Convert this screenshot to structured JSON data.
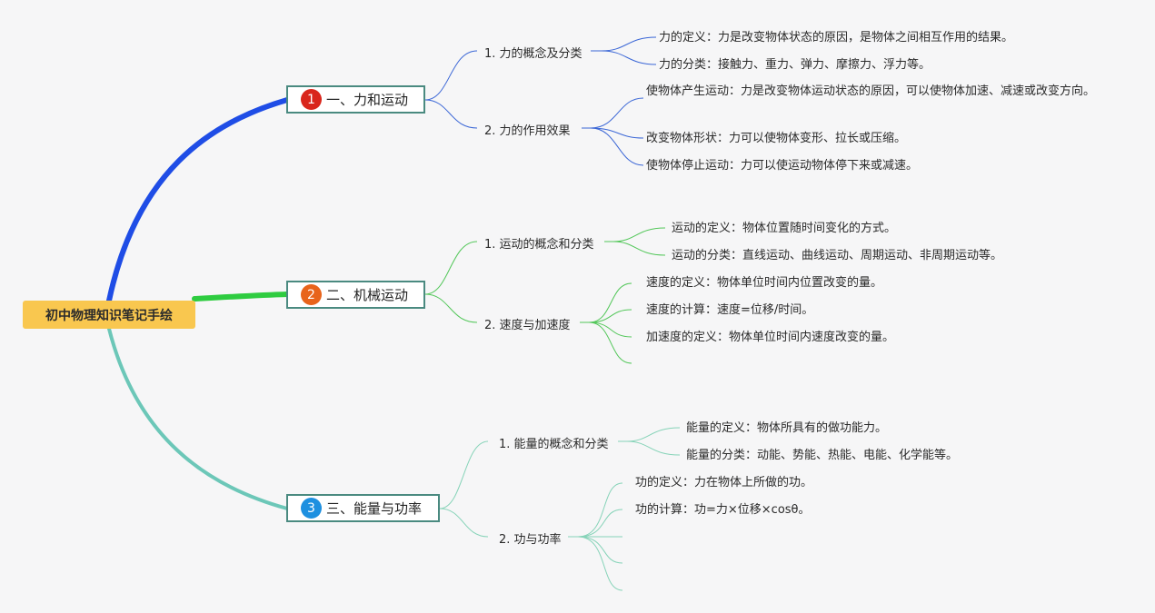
{
  "root": "初中物理知识笔记手绘",
  "colors": {
    "root_fill": "#f9c74f",
    "branch1": "#1f4de6",
    "branch2": "#2ecc40",
    "branch3": "#6cc7b8",
    "leaf1": "#3a66d6",
    "leaf2": "#53c75a",
    "leaf3": "#86d3b8"
  },
  "branches": [
    {
      "number": "1",
      "badge_color": "#d9261c",
      "title": "一、力和运动",
      "subs": [
        {
          "label": "1. 力的概念及分类",
          "leaves": [
            "力的定义：力是改变物体状态的原因，是物体之间相互作用的结果。",
            "力的分类：接触力、重力、弹力、摩擦力、浮力等。"
          ]
        },
        {
          "label": "2. 力的作用效果",
          "leaves": [
            "使物体产生运动：力是改变物体运动状态的原因，可以使物体加速、减速或改变方向。",
            "改变物体形状：力可以使物体变形、拉长或压缩。",
            "使物体停止运动：力可以使运动物体停下来或减速。"
          ]
        }
      ]
    },
    {
      "number": "2",
      "badge_color": "#e8641b",
      "title": "二、机械运动",
      "subs": [
        {
          "label": "1. 运动的概念和分类",
          "leaves": [
            "运动的定义：物体位置随时间变化的方式。",
            "运动的分类：直线运动、曲线运动、周期运动、非周期运动等。"
          ]
        },
        {
          "label": "2. 速度与加速度",
          "leaves": [
            "速度的定义：物体单位时间内位置改变的量。",
            "速度的计算：速度=位移/时间。",
            "加速度的定义：物体单位时间内速度改变的量。",
            ""
          ]
        }
      ]
    },
    {
      "number": "3",
      "badge_color": "#1e90e0",
      "title": "三、能量与功率",
      "subs": [
        {
          "label": "1. 能量的概念和分类",
          "leaves": [
            "能量的定义：物体所具有的做功能力。",
            "能量的分类：动能、势能、热能、电能、化学能等。"
          ]
        },
        {
          "label": "2. 功与功率",
          "leaves": [
            "功的定义：力在物体上所做的功。",
            "功的计算：功=力×位移×cosθ。",
            "",
            "",
            ""
          ]
        }
      ]
    }
  ]
}
